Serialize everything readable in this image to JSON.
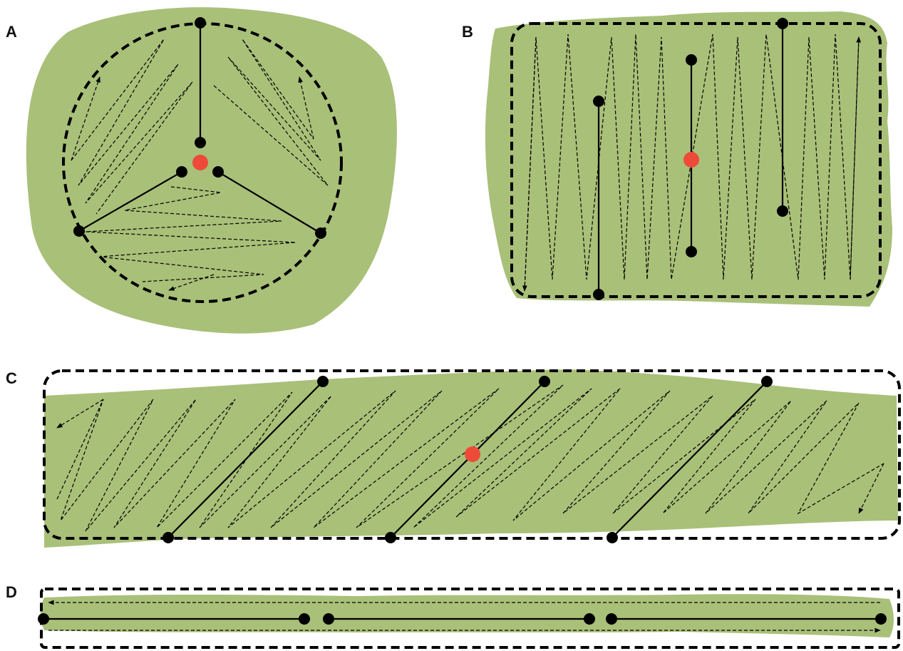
{
  "panels": [
    {
      "id": "A",
      "label": "A"
    },
    {
      "id": "B",
      "label": "B"
    },
    {
      "id": "C",
      "label": "C"
    },
    {
      "id": "D",
      "label": "D"
    }
  ],
  "colors": {
    "field": "#a9c079",
    "segment": "#000000",
    "node": "#000000",
    "center": "#ee4a3a"
  }
}
